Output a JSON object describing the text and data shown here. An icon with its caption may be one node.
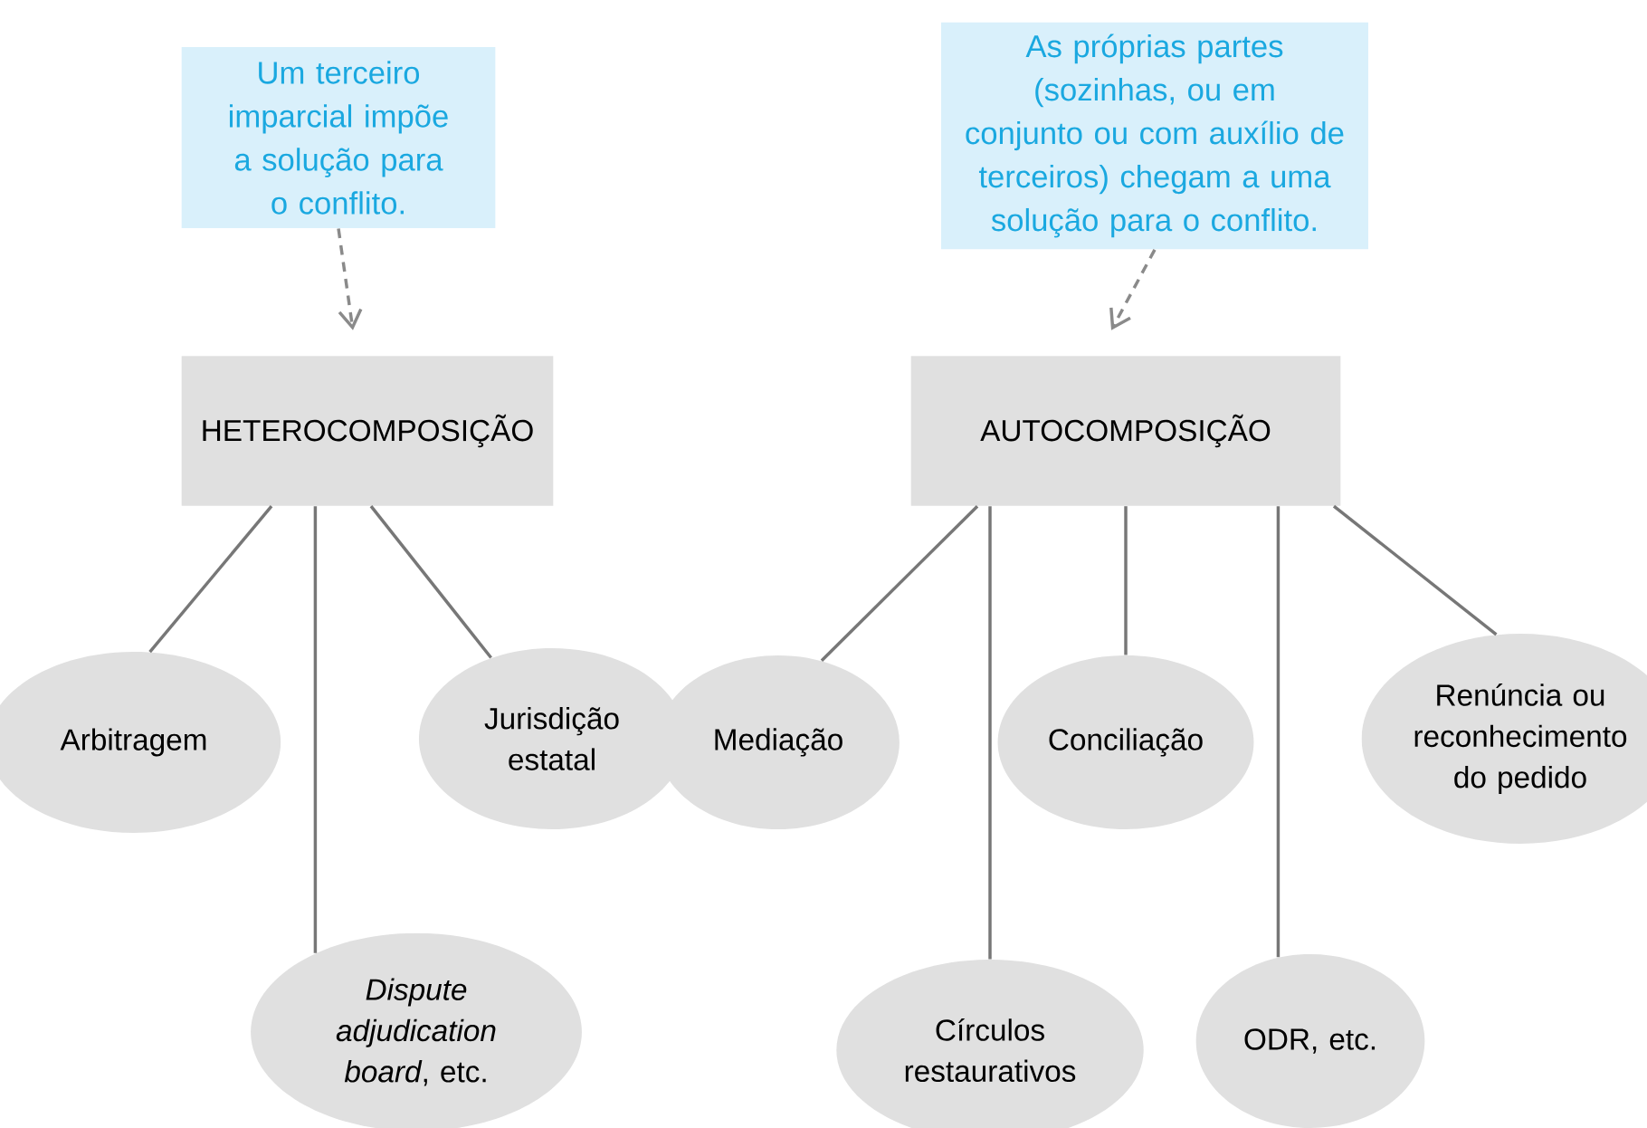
{
  "diagram": {
    "nodes": [
      {
        "text": [
          "Um terceiro imparcial impõe a solução para o conflito."
        ]
      },
      {
        "text": [
          "As próprias partes (sozinhas, ou em conjunto ou com auxílio de terceiros) chegam a uma solução para o conflito."
        ]
      },
      {
        "text": [
          "HETEROCOMPOSIÇÃO"
        ]
      },
      {
        "text": [
          "AUTOCOMPOSIÇÃO"
        ]
      },
      {
        "text": [
          "Arbitragem"
        ]
      },
      {
        "text": [
          "*Dispute adjudication board*, etc."
        ]
      },
      {
        "text": [
          "Jurisdição estatal"
        ]
      },
      {
        "text": [
          "Mediação"
        ]
      },
      {
        "text": [
          "Círculos restaurativos"
        ]
      },
      {
        "text": [
          "Conciliação"
        ]
      },
      {
        "text": [
          "ODR, etc."
        ]
      },
      {
        "text": [
          "Renúncia ou reconhecimento do pedido"
        ]
      }
    ],
    "edges": [
      {
        "from": 0,
        "to": 2,
        "arrow": "to",
        "style": "dashed",
        "color": "#8a8a8a"
      },
      {
        "from": 1,
        "to": 3,
        "arrow": "to",
        "style": "dashed",
        "color": "#8a8a8a"
      },
      {
        "from": 2,
        "to": 4,
        "arrow": "none"
      },
      {
        "from": 2,
        "to": 5,
        "arrow": "none"
      },
      {
        "from": 2,
        "to": 6,
        "arrow": "none"
      },
      {
        "from": 3,
        "to": 7,
        "arrow": "none"
      },
      {
        "from": 3,
        "to": 8,
        "arrow": "none"
      },
      {
        "from": 3,
        "to": 9,
        "arrow": "none"
      },
      {
        "from": 3,
        "to": 10,
        "arrow": "none"
      },
      {
        "from": 3,
        "to": 11,
        "arrow": "none"
      }
    ]
  }
}
